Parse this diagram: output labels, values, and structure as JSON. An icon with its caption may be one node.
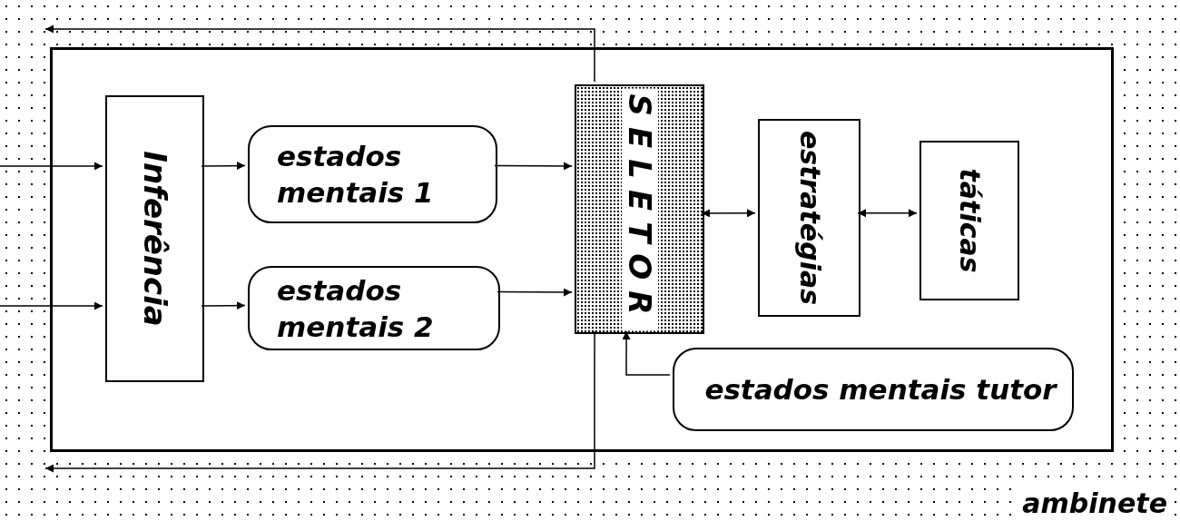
{
  "diagram": {
    "nodes": [
      {
        "text": [
          "ambinete"
        ]
      },
      {
        "text": [],
        "shape": "box",
        "in": 0
      },
      {
        "text": [
          "Inferência"
        ],
        "in": 1
      },
      {
        "text": [
          "estados mentais 1"
        ],
        "in": 1
      },
      {
        "text": [
          "estados mentais 2"
        ],
        "in": 1
      },
      {
        "text": [
          "SELETOR"
        ],
        "in": 1
      },
      {
        "text": [
          "estratégias"
        ],
        "in": 1
      },
      {
        "text": [
          "táticas"
        ],
        "in": 1
      },
      {
        "text": [
          "estados mentais tutor"
        ],
        "in": 1
      }
    ],
    "edges": [
      {
        "from": null,
        "to": 2,
        "arrow": "to"
      },
      {
        "from": null,
        "to": 2,
        "arrow": "to"
      },
      {
        "from": 2,
        "to": 3,
        "arrow": "to"
      },
      {
        "from": 2,
        "to": 4,
        "arrow": "to"
      },
      {
        "from": 3,
        "to": 5,
        "arrow": "to"
      },
      {
        "from": 4,
        "to": 5,
        "arrow": "to"
      },
      {
        "from": 5,
        "to": 6,
        "arrow": "both"
      },
      {
        "from": 6,
        "to": 7,
        "arrow": "both"
      },
      {
        "from": 8,
        "to": 5,
        "arrow": "to"
      },
      {
        "from": 5,
        "to": null,
        "arrow": "to"
      },
      {
        "from": 5,
        "to": null,
        "arrow": "to"
      }
    ]
  }
}
